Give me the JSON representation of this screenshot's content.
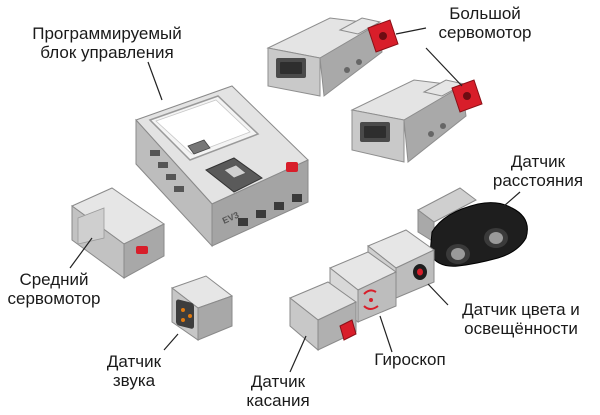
{
  "colors": {
    "body_light": "#dcdcdc",
    "body_mid": "#b9b9b9",
    "body_dark": "#8a8a8a",
    "dark_gray": "#4a4a4a",
    "black": "#1c1c1c",
    "accent_red": "#d81e2a",
    "label_text": "#1a1a1a",
    "leader_line": "#222222"
  },
  "labels": {
    "brick": {
      "line1": "Программируемый",
      "line2": "блок управления"
    },
    "large_motor": {
      "line1": "Большой",
      "line2": "сервомотор"
    },
    "ultrasonic": {
      "line1": "Датчик",
      "line2": "расстояния"
    },
    "medium_motor": {
      "line1": "Средний",
      "line2": "сервомотор"
    },
    "color_sensor": {
      "line1": "Датчик цвета и",
      "line2": "освещённости"
    },
    "sound_sensor": {
      "line1": "Датчик",
      "line2": "звука"
    },
    "gyro": {
      "line1": "Гироскоп"
    },
    "touch_sensor": {
      "line1": "Датчик",
      "line2": "касания"
    }
  },
  "brick_text": {
    "ev3_logo": "EV3"
  }
}
